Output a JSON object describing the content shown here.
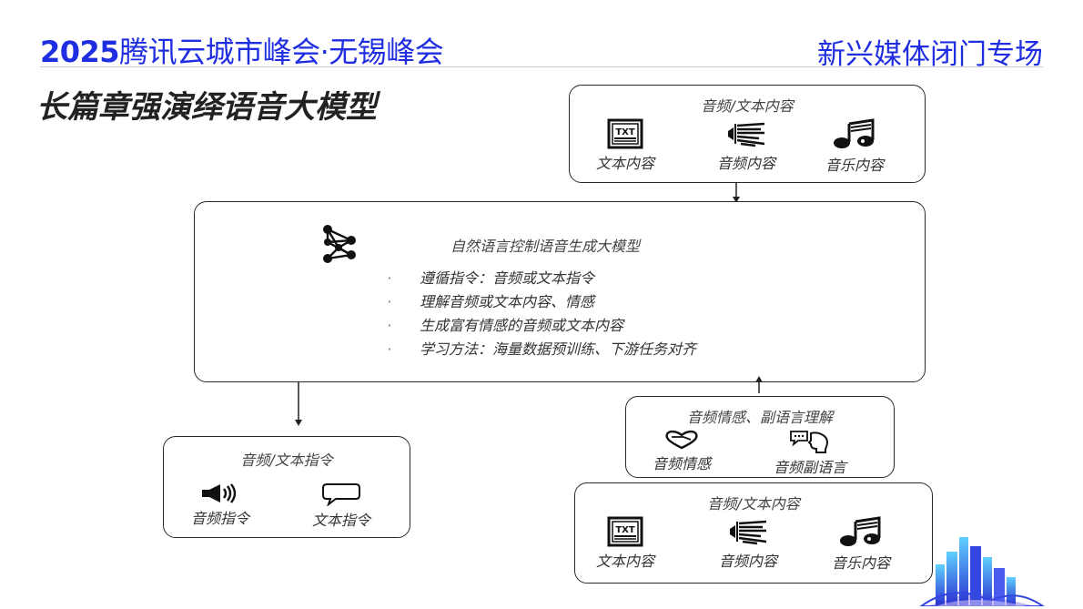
{
  "header": {
    "year": "2025",
    "event": "腾讯云城市峰会·无锡峰会",
    "session": "新兴媒体闭门专场"
  },
  "slide_title": "长篇章强演绎语音大模型",
  "input_top": {
    "title": "音频/文本内容",
    "items": [
      {
        "label": "文本内容",
        "icon": "txt-document-icon"
      },
      {
        "label": "音频内容",
        "icon": "audio-waveform-icon"
      },
      {
        "label": "音乐内容",
        "icon": "music-note-icon"
      }
    ]
  },
  "model": {
    "title": "自然语言控制语音生成大模型",
    "icon": "network-graph-icon",
    "bullets": [
      "遵循指令：音频或文本指令",
      "理解音频或文本内容、情感",
      "生成富有情感的音频或文本内容",
      "学习方法：海量数据预训练、下游任务对齐"
    ],
    "bullet_mark": "·"
  },
  "instructions": {
    "title": "音频/文本指令",
    "items": [
      {
        "label": "音频指令",
        "icon": "speaker-icon"
      },
      {
        "label": "文本指令",
        "icon": "speech-bubble-icon"
      }
    ]
  },
  "understanding": {
    "title": "音频情感、副语言理解",
    "items": [
      {
        "label": "音频情感",
        "icon": "heart-icon"
      },
      {
        "label": "音频副语言",
        "icon": "speaking-head-icon"
      }
    ]
  },
  "input_bottom": {
    "title": "音频/文本内容",
    "items": [
      {
        "label": "文本内容",
        "icon": "txt-document-icon"
      },
      {
        "label": "音频内容",
        "icon": "audio-waveform-icon"
      },
      {
        "label": "音乐内容",
        "icon": "music-note-icon"
      }
    ]
  },
  "colors": {
    "brand_blue": "#1f2ee0",
    "border": "#2a2a2a"
  }
}
